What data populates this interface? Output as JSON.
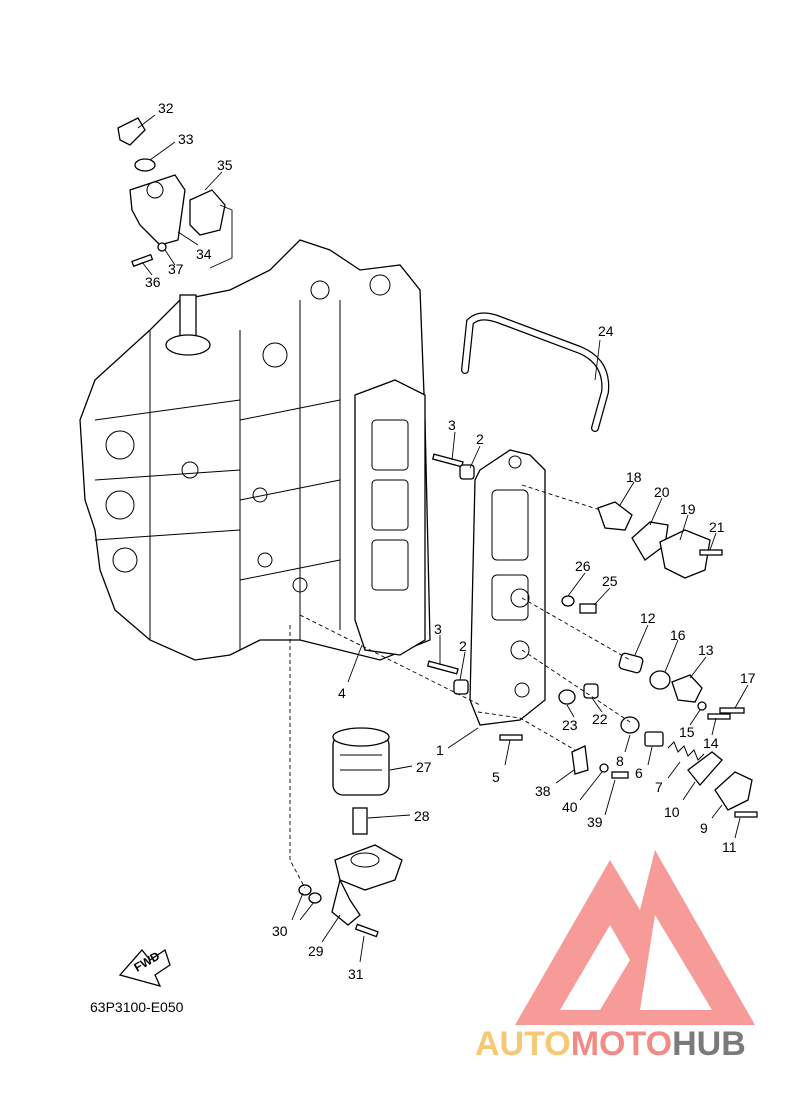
{
  "diagram": {
    "drawing_code": "63P3100-E050",
    "direction_label": "FWD",
    "callouts": [
      "1",
      "2",
      "2",
      "3",
      "3",
      "4",
      "5",
      "6",
      "7",
      "8",
      "9",
      "10",
      "11",
      "12",
      "13",
      "14",
      "15",
      "16",
      "17",
      "18",
      "19",
      "20",
      "21",
      "22",
      "23",
      "24",
      "25",
      "26",
      "27",
      "28",
      "29",
      "30",
      "31",
      "32",
      "33",
      "34",
      "35",
      "36",
      "37",
      "38",
      "39",
      "40"
    ]
  },
  "watermark": {
    "part1": "AUTO",
    "part2": "MOTO",
    "part3": "HUB",
    "colors": {
      "auto": "#f7c873",
      "moto": "#f48a86",
      "hub": "#7a7a7a",
      "logo": "#f58a86"
    }
  }
}
